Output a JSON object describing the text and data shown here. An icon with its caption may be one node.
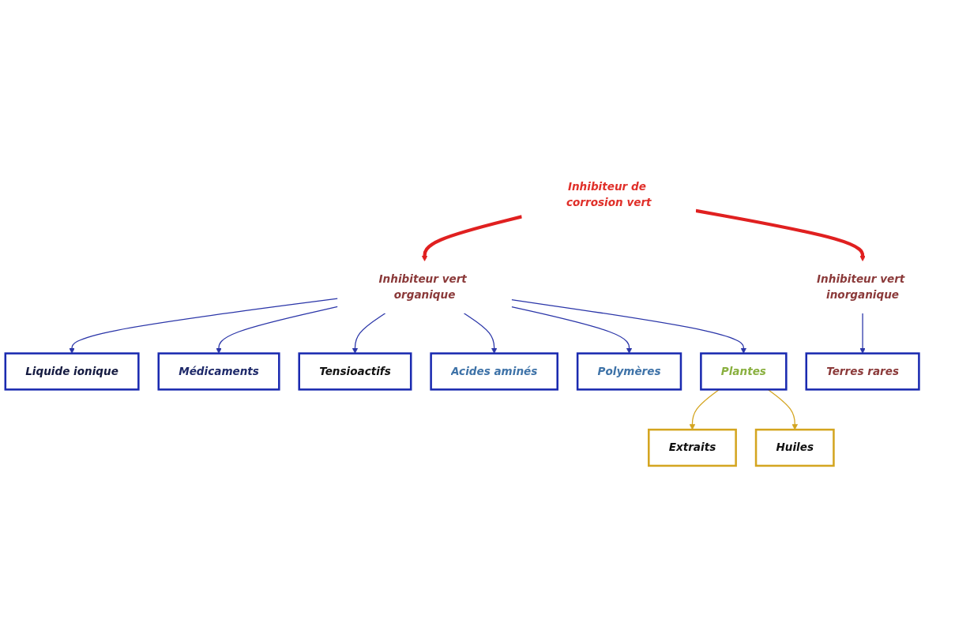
{
  "diagram": {
    "nodes": [
      {
        "text": [
          "Inhibiteur de corrosion vert"
        ]
      },
      {
        "text": [
          "Inhibiteur vert organique"
        ]
      },
      {
        "text": [
          "Inhibiteur vert inorganique"
        ]
      },
      {
        "text": [
          "Liquide ionique"
        ]
      },
      {
        "text": [
          "Médicaments"
        ]
      },
      {
        "text": [
          "Tensioactifs"
        ]
      },
      {
        "text": [
          "Acides aminés"
        ]
      },
      {
        "text": [
          "Polymères"
        ]
      },
      {
        "text": [
          "Plantes"
        ]
      },
      {
        "text": [
          "Extraits"
        ]
      },
      {
        "text": [
          "Huiles"
        ]
      },
      {
        "text": [
          "Terres rares"
        ]
      }
    ],
    "edges": [
      {
        "from": 0,
        "to": 1,
        "arrow": "to",
        "style": "thick",
        "color": "#e02020"
      },
      {
        "from": 0,
        "to": 2,
        "arrow": "to",
        "style": "thick",
        "color": "#e02020"
      },
      {
        "from": 1,
        "to": 3,
        "arrow": "to"
      },
      {
        "from": 1,
        "to": 4,
        "arrow": "to"
      },
      {
        "from": 1,
        "to": 5,
        "arrow": "to"
      },
      {
        "from": 1,
        "to": 6,
        "arrow": "to"
      },
      {
        "from": 1,
        "to": 7,
        "arrow": "to"
      },
      {
        "from": 1,
        "to": 8,
        "arrow": "to"
      },
      {
        "from": 2,
        "to": 11,
        "arrow": "to"
      },
      {
        "from": 8,
        "to": 9,
        "arrow": "to",
        "color": "#d4a520"
      },
      {
        "from": 8,
        "to": 10,
        "arrow": "to",
        "color": "#d4a520"
      }
    ]
  }
}
